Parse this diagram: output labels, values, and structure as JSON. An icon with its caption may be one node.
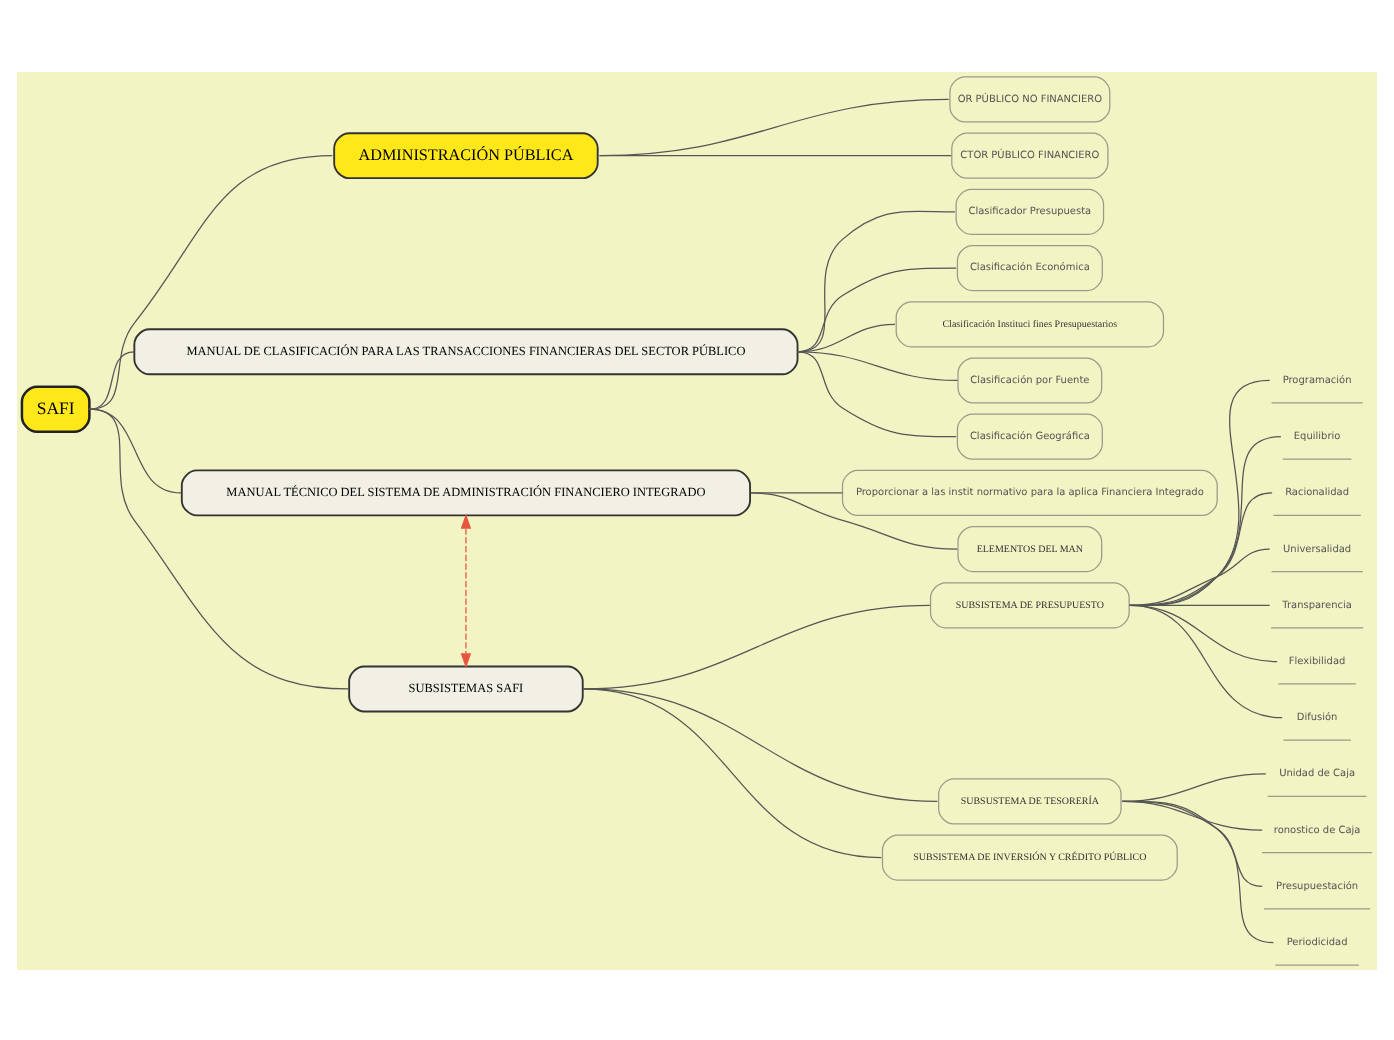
{
  "diagram": {
    "nodes": [
      {
        "text": [
          "SAFI"
        ]
      },
      {
        "text": [
          "ADMINISTRACIÓN PÚBLICA"
        ]
      },
      {
        "text": [
          "OR PÚBLICO NO FINANCIERO"
        ]
      },
      {
        "text": [
          "CTOR PÚBLICO FINANCIERO"
        ]
      },
      {
        "text": [
          "MANUAL DE CLASIFICACIÓN PARA LAS TRANSACCIONES FINANCIERAS DEL SECTOR PÚBLICO"
        ]
      },
      {
        "text": [
          "Clasificador Presupuesta"
        ]
      },
      {
        "text": [
          "Clasificación Económica"
        ]
      },
      {
        "text": [
          "Clasificación Instituci fines Presupuestarios"
        ]
      },
      {
        "text": [
          "Clasificación por Fuente"
        ]
      },
      {
        "text": [
          "Clasificación Geográfica"
        ]
      },
      {
        "text": [
          "MANUAL TÉCNICO DEL SISTEMA DE ADMINISTRACIÓN FINANCIERO INTEGRADO"
        ]
      },
      {
        "text": [
          "Proporcionar a las instit normativo para la aplica Financiera Integrado"
        ]
      },
      {
        "text": [
          "ELEMENTOS DEL MAN"
        ]
      },
      {
        "text": [
          "SUBSISTEMAS SAFI"
        ]
      },
      {
        "text": [
          "SUBSISTEMA DE PRESUPUESTO"
        ]
      },
      {
        "text": [
          "Programación"
        ]
      },
      {
        "text": [
          "Equilibrio"
        ]
      },
      {
        "text": [
          "Racionalidad"
        ]
      },
      {
        "text": [
          "Universalidad"
        ]
      },
      {
        "text": [
          "Transparencia"
        ]
      },
      {
        "text": [
          "Flexibilidad"
        ]
      },
      {
        "text": [
          "Difusión"
        ]
      },
      {
        "text": [
          "SUBSUSTEMA DE TESORERÍA"
        ]
      },
      {
        "text": [
          "Unidad de Caja"
        ]
      },
      {
        "text": [
          "ronostico de Caja"
        ]
      },
      {
        "text": [
          "Presupuestación"
        ]
      },
      {
        "text": [
          "Periodicidad"
        ]
      },
      {
        "text": [
          "SUBSISTEMA DE INVERSIÓN Y CRÉDITO PÚBLICO"
        ]
      }
    ],
    "edges": [
      {
        "from": 0,
        "to": 1,
        "arrow": "none"
      },
      {
        "from": 1,
        "to": 2,
        "arrow": "none"
      },
      {
        "from": 1,
        "to": 3,
        "arrow": "none"
      },
      {
        "from": 0,
        "to": 4,
        "arrow": "none"
      },
      {
        "from": 4,
        "to": 5,
        "arrow": "none"
      },
      {
        "from": 4,
        "to": 6,
        "arrow": "none"
      },
      {
        "from": 4,
        "to": 7,
        "arrow": "none"
      },
      {
        "from": 4,
        "to": 8,
        "arrow": "none"
      },
      {
        "from": 4,
        "to": 9,
        "arrow": "none"
      },
      {
        "from": 0,
        "to": 10,
        "arrow": "none"
      },
      {
        "from": 10,
        "to": 11,
        "arrow": "none"
      },
      {
        "from": 10,
        "to": 12,
        "arrow": "none"
      },
      {
        "from": 0,
        "to": 13,
        "arrow": "none"
      },
      {
        "from": 13,
        "to": 14,
        "arrow": "none"
      },
      {
        "from": 14,
        "to": 15,
        "arrow": "none"
      },
      {
        "from": 14,
        "to": 16,
        "arrow": "none"
      },
      {
        "from": 14,
        "to": 17,
        "arrow": "none"
      },
      {
        "from": 14,
        "to": 18,
        "arrow": "none"
      },
      {
        "from": 14,
        "to": 19,
        "arrow": "none"
      },
      {
        "from": 14,
        "to": 20,
        "arrow": "none"
      },
      {
        "from": 14,
        "to": 21,
        "arrow": "none"
      },
      {
        "from": 13,
        "to": 22,
        "arrow": "none"
      },
      {
        "from": 22,
        "to": 23,
        "arrow": "none"
      },
      {
        "from": 22,
        "to": 24,
        "arrow": "none"
      },
      {
        "from": 22,
        "to": 25,
        "arrow": "none"
      },
      {
        "from": 22,
        "to": 26,
        "arrow": "none"
      },
      {
        "from": 13,
        "to": 27,
        "arrow": "none"
      },
      {
        "from": 10,
        "to": 13,
        "arrow": "both",
        "style": "dashed",
        "color": "#e8553e"
      }
    ]
  }
}
